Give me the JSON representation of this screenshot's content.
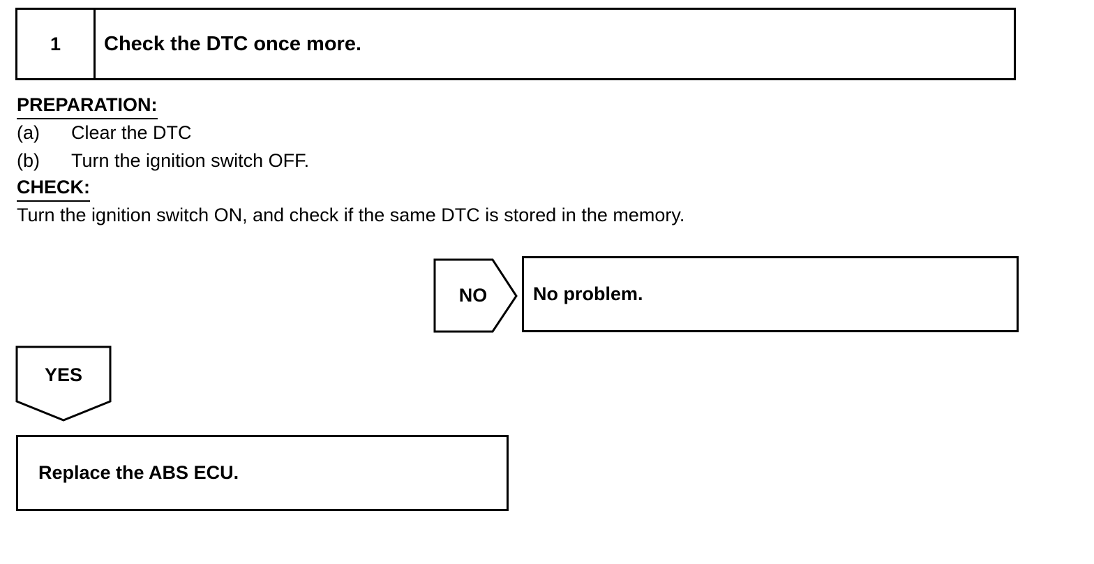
{
  "step": {
    "number": "1",
    "title": "Check the DTC once more."
  },
  "preparation": {
    "heading": "PREPARATION:",
    "items": [
      {
        "key": "(a)",
        "text": "Clear the DTC"
      },
      {
        "key": "(b)",
        "text": "Turn the ignition switch OFF."
      }
    ]
  },
  "check": {
    "heading": "CHECK:",
    "text": "Turn the ignition switch ON, and check if the same DTC is stored in the memory."
  },
  "branches": {
    "no": {
      "label": "NO",
      "result": "No problem."
    },
    "yes": {
      "label": "YES",
      "result": "Replace the ABS ECU."
    }
  },
  "colors": {
    "ink": "#000000",
    "paper": "#ffffff"
  }
}
